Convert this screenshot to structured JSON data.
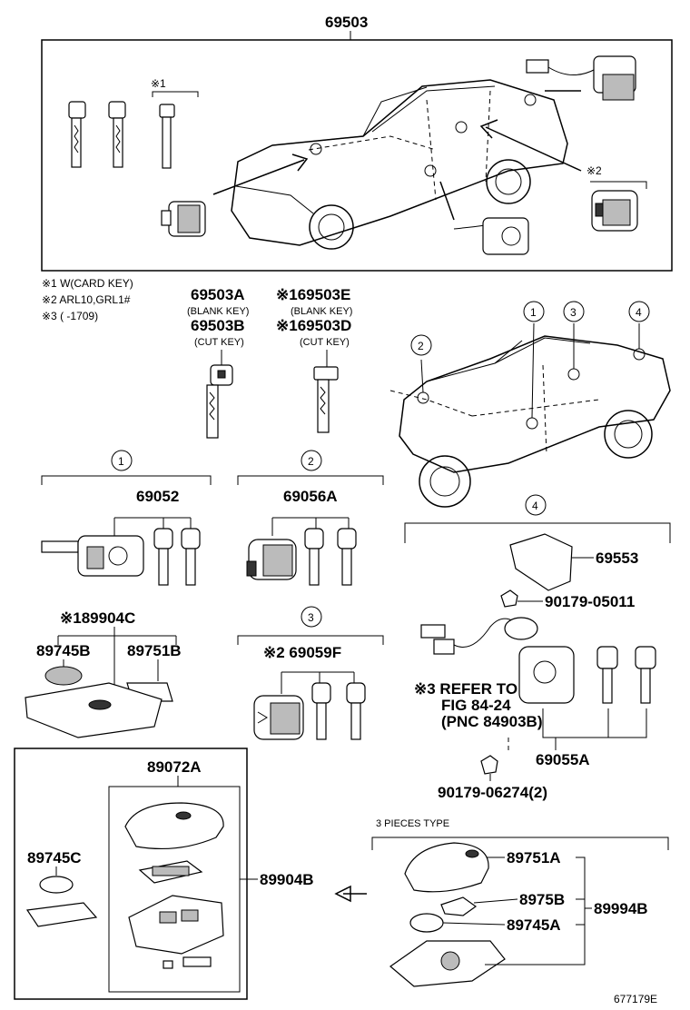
{
  "callouts": {
    "assembly_main": "69503",
    "k_69503A": "69503A",
    "k_69503A_note": "(BLANK KEY)",
    "k_69503B": "69503B",
    "k_69503B_note": "(CUT KEY)",
    "k_69503E": "※169503E",
    "k_69503E_note": "(BLANK KEY)",
    "k_69503D": "※169503D",
    "k_69503D_note": "(CUT KEY)",
    "p_69052": "69052",
    "p_69056A": "69056A",
    "p_89904C": "※189904C",
    "p_89745B": "89745B",
    "p_89751B": "89751B",
    "p_69059F": "※2 69059F",
    "p_69553": "69553",
    "p_90179_05011": "90179-05011",
    "refer_1": "※3 REFER TO",
    "refer_2": "FIG 84-24",
    "refer_3": "(PNC 84903B)",
    "p_69055A": "69055A",
    "p_90179_06274": "90179-06274(2)",
    "p_89072A": "89072A",
    "p_89745C": "89745C",
    "p_89904B": "89904B",
    "three_pieces": "3 PIECES TYPE",
    "p_89751A": "89751A",
    "p_8975B": "8975B",
    "p_89745A": "89745A",
    "p_89994B": "89994B"
  },
  "notes": [
    "※1 W(CARD KEY)",
    "※2 ARL10,GRL1#",
    "※3 (       -1709)"
  ],
  "marks": {
    "m1": "※1",
    "m2": "※2"
  },
  "circled": {
    "c1": "1",
    "c2": "2",
    "c3": "3",
    "c4": "4"
  },
  "figure_id": "677179E"
}
